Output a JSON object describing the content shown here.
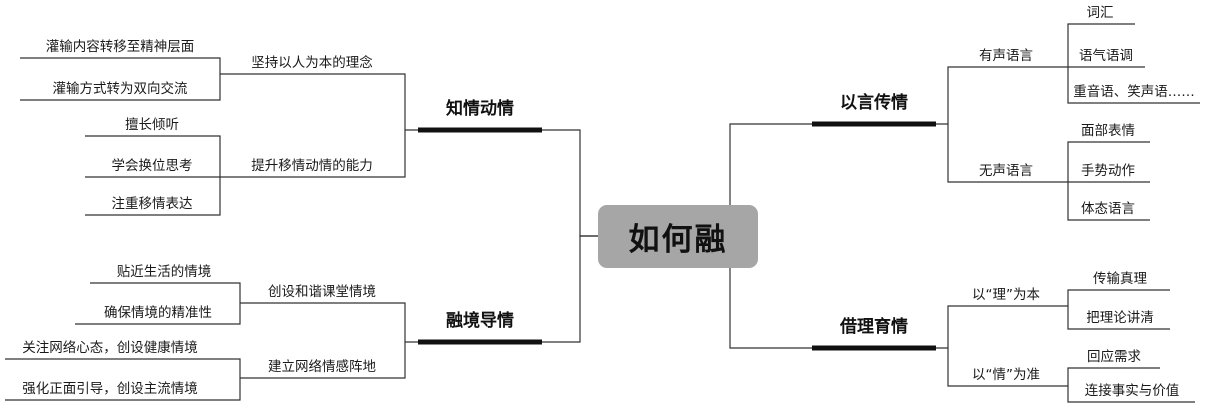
{
  "center": "如何融",
  "branches": {
    "top_left": {
      "label": "知情动情",
      "subs": [
        {
          "label": "坚持以人为本的理念",
          "leaves": [
            "灌输内容转移至精神层面",
            "灌输方式转为双向交流"
          ]
        },
        {
          "label": "提升移情动情的能力",
          "leaves": [
            "擅长倾听",
            "学会换位思考",
            "注重移情表达"
          ]
        }
      ]
    },
    "bottom_left": {
      "label": "融境导情",
      "subs": [
        {
          "label": "创设和谐课堂情境",
          "leaves": [
            "贴近生活的情境",
            "确保情境的精准性"
          ]
        },
        {
          "label": "建立网络情感阵地",
          "leaves": [
            "关注网络心态，创设健康情境",
            "强化正面引导，创设主流情境"
          ]
        }
      ]
    },
    "top_right": {
      "label": "以言传情",
      "subs": [
        {
          "label": "有声语言",
          "leaves": [
            "词汇",
            "语气语调",
            "重音语、笑声语……"
          ]
        },
        {
          "label": "无声语言",
          "leaves": [
            "面部表情",
            "手势动作",
            "体态语言"
          ]
        }
      ]
    },
    "bottom_right": {
      "label": "借理育情",
      "subs": [
        {
          "label": "以“理”为本",
          "leaves": [
            "传输真理",
            "把理论讲清"
          ]
        },
        {
          "label": "以“情”为准",
          "leaves": [
            "回应需求",
            "连接事实与价值"
          ]
        }
      ]
    }
  }
}
